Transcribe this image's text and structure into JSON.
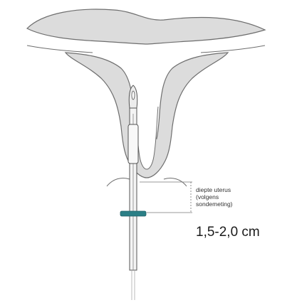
{
  "annotation": {
    "depth_lines": [
      "diepte uterus",
      "(volgens",
      "sondemeting)"
    ],
    "measurement": "1,5-2,0 cm"
  },
  "colors": {
    "tissue_fill": "#dcdcdc",
    "tissue_stroke": "#6e6e6e",
    "flange": "#2b7f86",
    "device_stroke": "#555555",
    "dim_line": "#777777"
  }
}
